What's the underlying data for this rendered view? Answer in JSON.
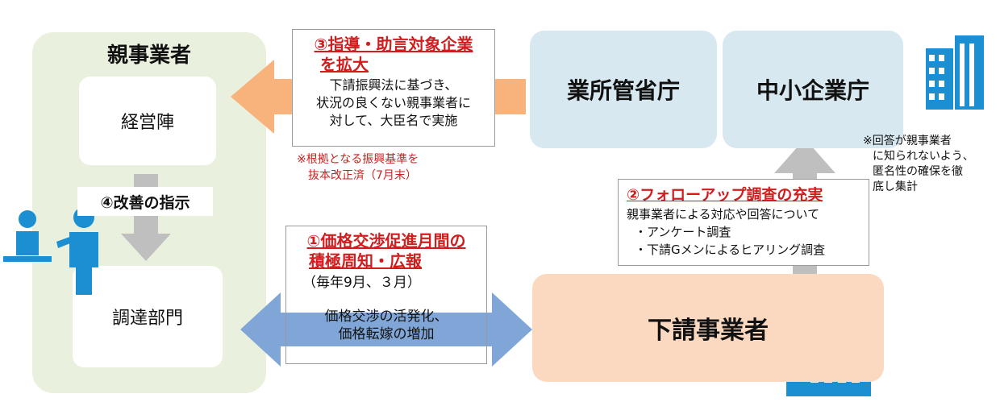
{
  "parent": {
    "title": "親事業者",
    "management": "経営陣",
    "procurement": "調達部門",
    "instruction": "④改善の指示"
  },
  "government": {
    "ministry": "業所管省庁",
    "sme_agency": "中小企業庁"
  },
  "subcontractor": {
    "label": "下請事業者"
  },
  "box3": {
    "title_line1": "③指導・助言対象企業",
    "title_line2": "を拡大",
    "body": [
      "下請振興法に基づき、",
      "状況の良くない親事業者に",
      "対して、大臣名で実施"
    ]
  },
  "note_red": [
    "※根拠となる振興基準を",
    "抜本改正済（7月末）"
  ],
  "box2": {
    "title": "②フォローアップ調査の充実",
    "body": [
      "親事業者による対応や回答について",
      "・アンケート調査",
      "・下請Gメンによるヒアリング調査"
    ]
  },
  "note_black": [
    "※回答が親事業者",
    "に知られないよう、",
    "匿名性の確保を徹",
    "底し集計"
  ],
  "box1": {
    "title_line1": "①価格交渉促進月間の",
    "title_line2": "積極周知・広報",
    "period": "（毎年9月、３月）",
    "effect": [
      "価格交渉の活発化、",
      "価格転嫁の増加"
    ]
  },
  "colors": {
    "parent_bg": "#eaf0de",
    "gov_bg": "#d7e8f0",
    "sub_bg": "#fbd9c1",
    "orange_arrow": "#f8b37c",
    "gray_arrow": "#bfbfbf",
    "blue_arrow": "#7fa6d6",
    "icon_blue": "#1b8fd1",
    "red_text": "#d11d1d"
  }
}
